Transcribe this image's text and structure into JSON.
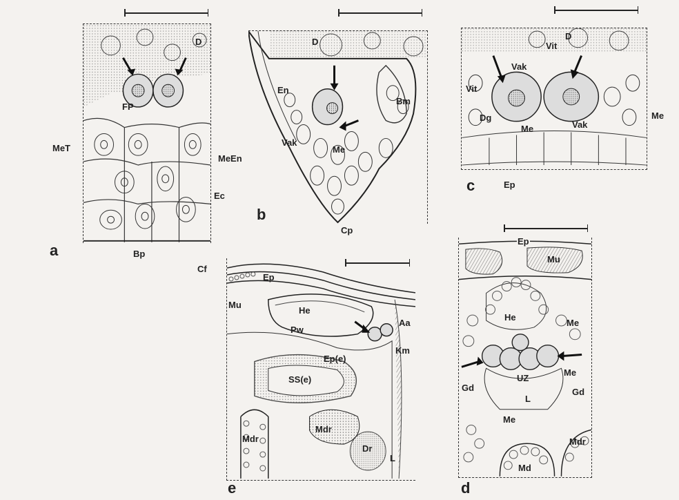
{
  "panels": {
    "a": {
      "letter": "a",
      "labels": {
        "D": "D",
        "FP": "FP",
        "MeT": "MeT",
        "MeEn": "MeEn",
        "Ec": "Ec",
        "Bp": "Bp"
      }
    },
    "b": {
      "letter": "b",
      "labels": {
        "D": "D",
        "En": "En",
        "Bm": "Bm",
        "Vak": "Vak",
        "Me": "Me",
        "Cp": "Cp"
      }
    },
    "c": {
      "letter": "c",
      "labels": {
        "D": "D",
        "Vit1": "Vit",
        "Vit2": "Vit",
        "Vak1": "Vak",
        "Vak2": "Vak",
        "Dg": "Dg",
        "Me1": "Me",
        "Me2": "Me",
        "Ep": "Ep"
      }
    },
    "d": {
      "letter": "d",
      "labels": {
        "Ep": "Ep",
        "Mu": "Mu",
        "He": "He",
        "Me1": "Me",
        "Me2": "Me",
        "Me3": "Me",
        "UZ": "UZ",
        "L": "L",
        "Gd1": "Gd",
        "Gd2": "Gd",
        "Mdr": "Mdr",
        "Md": "Md"
      }
    },
    "e": {
      "letter": "e",
      "labels": {
        "Cf": "Cf",
        "Ep": "Ep",
        "Mu": "Mu",
        "He": "He",
        "Pw": "Pw",
        "Aa": "Aa",
        "Km": "Km",
        "Ep_e": "Ep(e)",
        "SS_e": "SS(e)",
        "Mdr1": "Mdr",
        "Mdr2": "Mdr",
        "Dr": "Dr",
        "L": "L"
      }
    }
  },
  "colors": {
    "ink": "#2a2a2a",
    "paper": "#f4f2ef",
    "stipple": "#8a8a8a"
  }
}
